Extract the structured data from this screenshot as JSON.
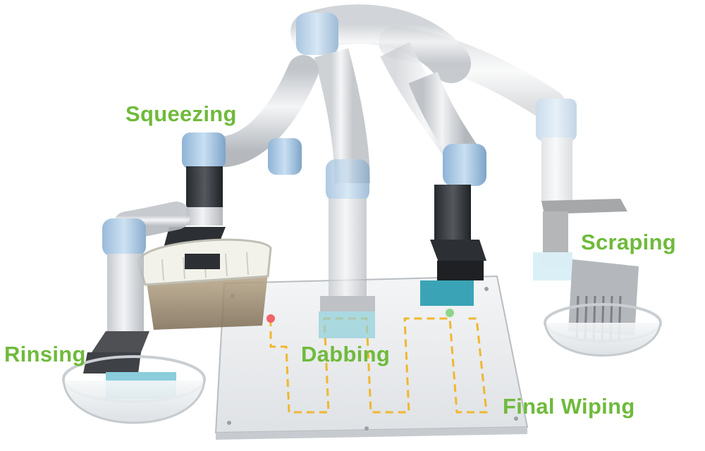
{
  "figure": {
    "labels": {
      "squeezing": "Squeezing",
      "scraping": "Scraping",
      "rinsing": "Rinsing",
      "dabbing": "Dabbing",
      "final_wiping": "Final Wiping"
    },
    "colors": {
      "label": "#6fba3c",
      "path": "#f0b72f",
      "start_point": "#f0636a",
      "end_point": "#8ed58a",
      "robot_cap": "#a9c9e6",
      "robot_arm": "#d3d6da",
      "robot_wrist": "#2f3236",
      "board": "#eef0f1",
      "sponge": "#9fd6de"
    }
  }
}
